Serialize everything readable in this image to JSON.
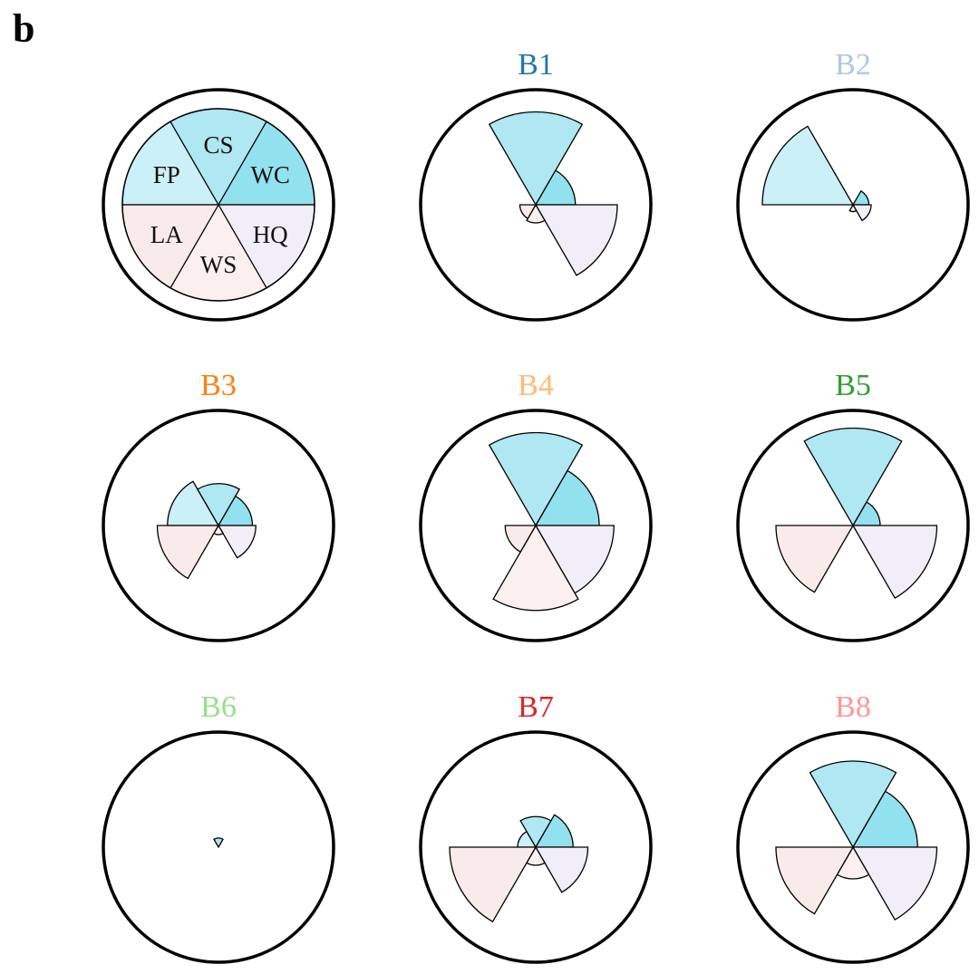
{
  "panel_label": "b",
  "chart_data": {
    "type": "polar-bar",
    "categories": [
      "FP",
      "CS",
      "WC",
      "HQ",
      "WS",
      "LA"
    ],
    "category_colors": [
      "#cbf0f7",
      "#afe7f2",
      "#92e1ee",
      "#f1eef7",
      "#fbefef",
      "#f9ebea"
    ],
    "legend": {
      "labels": [
        "FP",
        "CS",
        "WC",
        "HQ",
        "WS",
        "LA"
      ]
    },
    "charts": [
      {
        "title": "B1",
        "title_color": "#1f77b4",
        "values": [
          0.0,
          0.82,
          0.35,
          0.72,
          0.16,
          0.14
        ]
      },
      {
        "title": "B2",
        "title_color": "#aec7e8",
        "values": [
          0.8,
          0.0,
          0.14,
          0.16,
          0.06,
          0.0
        ]
      },
      {
        "title": "B3",
        "title_color": "#ff7f0e",
        "values": [
          0.45,
          0.37,
          0.3,
          0.33,
          0.08,
          0.54
        ]
      },
      {
        "title": "B4",
        "title_color": "#ffbb78",
        "values": [
          0.0,
          0.82,
          0.56,
          0.69,
          0.75,
          0.27
        ]
      },
      {
        "title": "B5",
        "title_color": "#2ca02c",
        "values": [
          0.0,
          0.86,
          0.24,
          0.74,
          0.0,
          0.68
        ]
      },
      {
        "title": "B6",
        "title_color": "#98df8a",
        "values": [
          0.0,
          0.08,
          0.0,
          0.0,
          0.0,
          0.0
        ]
      },
      {
        "title": "B7",
        "title_color": "#d62728",
        "values": [
          0.16,
          0.27,
          0.33,
          0.46,
          0.16,
          0.76
        ]
      },
      {
        "title": "B8",
        "title_color": "#ff9896",
        "values": [
          0.0,
          0.76,
          0.57,
          0.74,
          0.28,
          0.68
        ]
      }
    ]
  }
}
